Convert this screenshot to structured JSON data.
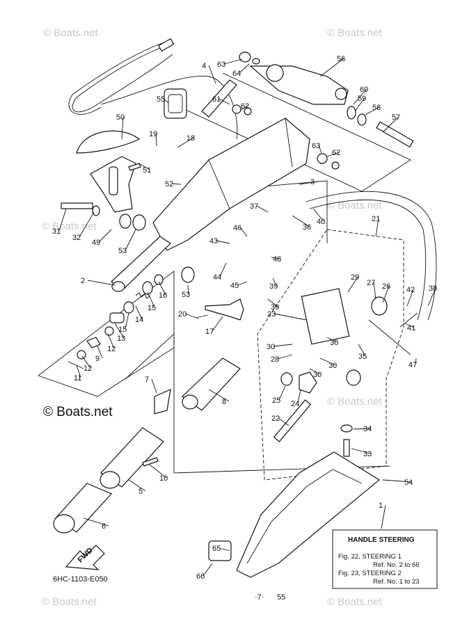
{
  "watermarks": {
    "top_left": "© Boats.net",
    "top_center": "© Boats.net",
    "mid_right": "© Boats.net",
    "mid_left": "© Boats.net",
    "big_left": "© Boats.net",
    "low_center": "© Boats.net",
    "bottom_left": "© Boats.net",
    "bottom_right": "© Boats.net"
  },
  "callouts": [
    "1",
    "2",
    "3",
    "4",
    "5",
    "6",
    "7",
    "8",
    "9",
    "10",
    "11",
    "12",
    "12",
    "13",
    "14",
    "15",
    "15",
    "16",
    "17",
    "18",
    "19",
    "20",
    "21",
    "22",
    "23",
    "24",
    "25",
    "26",
    "27",
    "28",
    "29",
    "30",
    "30",
    "30",
    "30",
    "31",
    "32",
    "33",
    "34",
    "35",
    "36",
    "37",
    "38",
    "39",
    "39",
    "40",
    "41",
    "42",
    "43",
    "44",
    "45",
    "46",
    "47",
    "48",
    "49",
    "50",
    "51",
    "52",
    "53",
    "53",
    "54",
    "55",
    "56",
    "57",
    "58",
    "59",
    "60",
    "61",
    "62",
    "62",
    "63",
    "63",
    "64",
    "65",
    "66"
  ],
  "info_box": {
    "title": "HANDLE STEERING",
    "line1": "Fig. 22, STEERING 1",
    "line2": "Ref. No. 2 to 66",
    "line3": "Fig. 23, STEERING 2",
    "line4": "Ref. No. 1 to 23"
  },
  "fwd_label": "FWD",
  "diagram_code": "6HC-1103-E050",
  "page_number": "55",
  "page_mark": "·7·"
}
